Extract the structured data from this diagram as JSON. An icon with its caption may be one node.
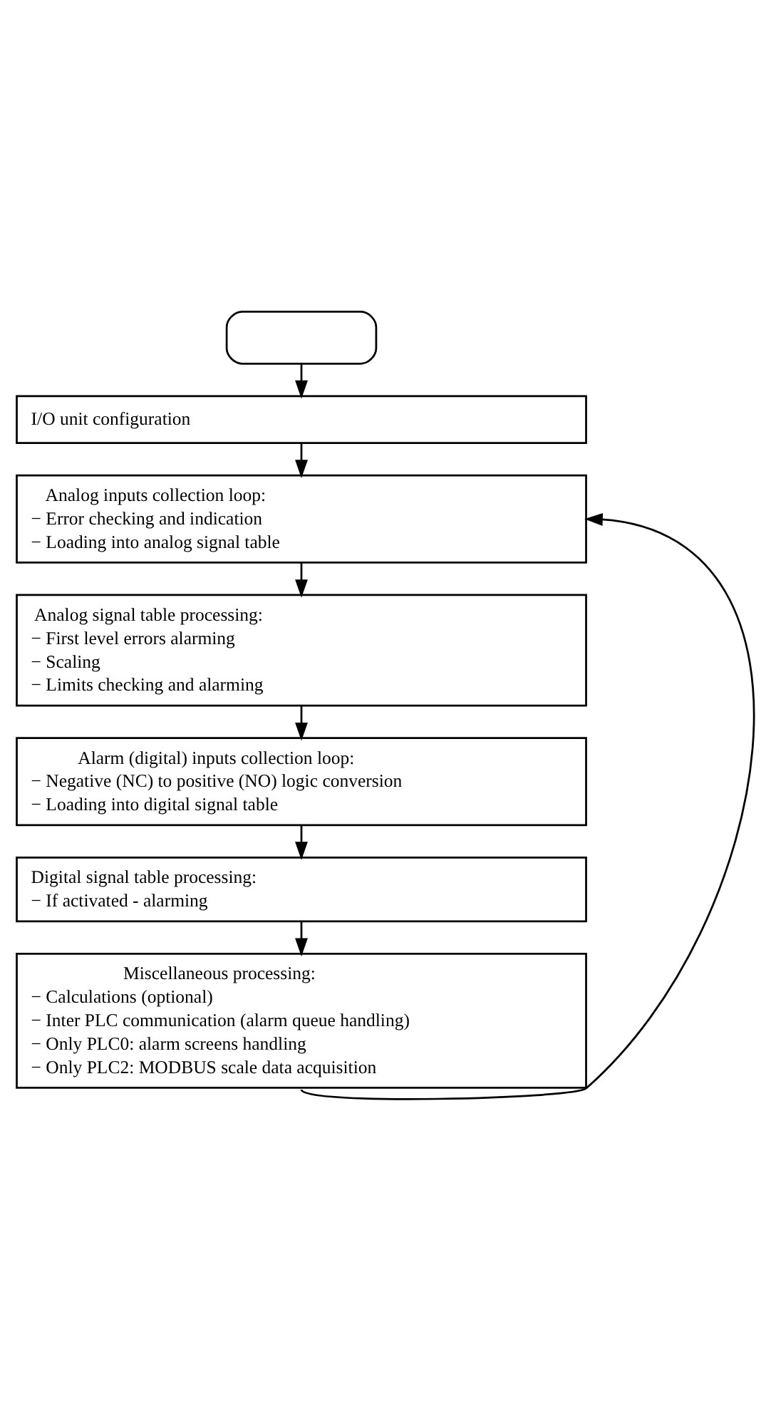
{
  "diagram": {
    "nodes": [
      {
        "text": [],
        "shape": "stadium"
      },
      {
        "text": [
          "I/O unit configuration"
        ]
      },
      {
        "text": [
          "Analog inputs collection loop:",
          "− Error checking and indication",
          "− Loading into analog signal table"
        ]
      },
      {
        "text": [
          "Analog signal table processing:",
          "− First level errors alarming",
          "− Scaling",
          "− Limits checking and alarming"
        ]
      },
      {
        "text": [
          "Alarm (digital) inputs collection loop:",
          "− Negative (NC) to positive (NO) logic conversion",
          "− Loading into digital signal table"
        ]
      },
      {
        "text": [
          "Digital signal table processing:",
          "− If activated - alarming"
        ]
      },
      {
        "text": [
          "Miscellaneous processing:",
          "− Calculations (optional)",
          "− Inter PLC communication (alarm queue handling)",
          "− Only PLC0: alarm screens handling",
          "− Only PLC2: MODBUS scale data acquisition"
        ]
      }
    ],
    "edges": [
      {
        "from": 0,
        "to": 1,
        "arrow": "to"
      },
      {
        "from": 1,
        "to": 2,
        "arrow": "to"
      },
      {
        "from": 2,
        "to": 3,
        "arrow": "to"
      },
      {
        "from": 3,
        "to": 4,
        "arrow": "to"
      },
      {
        "from": 4,
        "to": 5,
        "arrow": "to"
      },
      {
        "from": 5,
        "to": 6,
        "arrow": "to"
      },
      {
        "from": 6,
        "to": 2,
        "arrow": "to"
      }
    ]
  }
}
